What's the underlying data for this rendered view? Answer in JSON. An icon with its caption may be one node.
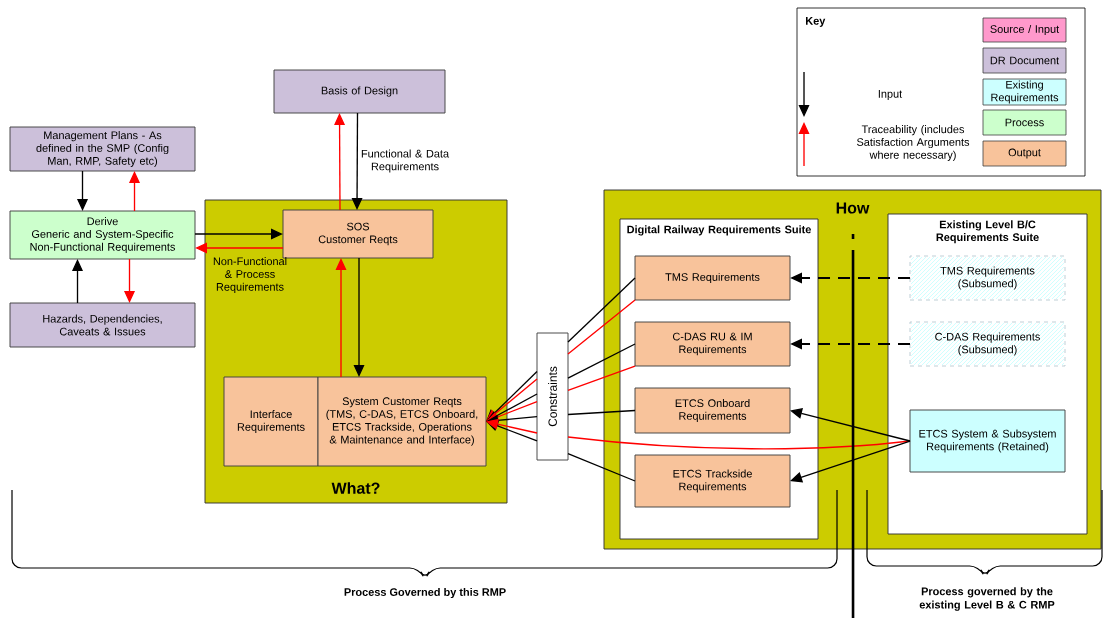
{
  "diagram": {
    "nodes": [
      {
        "text": [
          "Basis of Design"
        ]
      },
      {
        "text": [
          "Management Plans - As defined in the SMP (Config Man, RMP, Safety etc)"
        ]
      },
      {
        "text": [
          "Derive",
          "Generic and System-Specific Non-Functional Requirements"
        ]
      },
      {
        "text": [
          "Hazards, Dependencies, Caveats & Issues"
        ]
      },
      {
        "text": [
          "What?"
        ]
      },
      {
        "text": [
          "SOS",
          "Customer Reqts"
        ],
        "in": 4
      },
      {
        "text": [
          "Interface Requirements"
        ],
        "in": 4
      },
      {
        "text": [
          "System Customer Reqts (TMS, C-DAS, ETCS Onboard, ETCS Trackside, Operations & Maintenance and Interface)"
        ],
        "in": 4
      },
      {
        "text": [
          "Constraints"
        ]
      },
      {
        "text": [
          "How"
        ]
      },
      {
        "text": [
          "Digital Railway Requirements Suite"
        ],
        "in": 9
      },
      {
        "text": [
          "TMS Requirements"
        ],
        "in": 10
      },
      {
        "text": [
          "C-DAS RU & IM Requirements"
        ],
        "in": 10
      },
      {
        "text": [
          "ETCS Onboard Requirements"
        ],
        "in": 10
      },
      {
        "text": [
          "ETCS Trackside Requirements"
        ],
        "in": 10
      },
      {
        "text": [
          "Existing Level B/C Requirements Suite"
        ],
        "in": 9
      },
      {
        "text": [
          "TMS Requirements (Subsumed)"
        ],
        "in": 15
      },
      {
        "text": [
          "C-DAS Requirements (Subsumed)"
        ],
        "in": 15
      },
      {
        "text": [
          "ETCS System & Subsystem Requirements (Retained)"
        ],
        "in": 15
      }
    ],
    "edges": [
      {
        "from": 0,
        "to": 5,
        "arrow": "to",
        "label": "Functional & Data Requirements"
      },
      {
        "from": 5,
        "to": 0,
        "arrow": "to",
        "color": "#ff0000"
      },
      {
        "from": 1,
        "to": 2,
        "arrow": "to"
      },
      {
        "from": 2,
        "to": 1,
        "arrow": "to",
        "color": "#ff0000"
      },
      {
        "from": 3,
        "to": 2,
        "arrow": "to"
      },
      {
        "from": 2,
        "to": 3,
        "arrow": "to",
        "color": "#ff0000"
      },
      {
        "from": 2,
        "to": 5,
        "arrow": "to"
      },
      {
        "from": 5,
        "to": 2,
        "arrow": "to",
        "color": "#ff0000",
        "label": "Non-Functional & Process Requirements"
      },
      {
        "from": 5,
        "to": 7,
        "arrow": "to"
      },
      {
        "from": 7,
        "to": 5,
        "arrow": "to",
        "color": "#ff0000"
      },
      {
        "from": 11,
        "to": 8,
        "arrow": "none"
      },
      {
        "from": 11,
        "to": 8,
        "arrow": "none",
        "color": "#ff0000"
      },
      {
        "from": 12,
        "to": 8,
        "arrow": "none"
      },
      {
        "from": 12,
        "to": 8,
        "arrow": "none",
        "color": "#ff0000"
      },
      {
        "from": 13,
        "to": 8,
        "arrow": "none"
      },
      {
        "from": 14,
        "to": 8,
        "arrow": "none"
      },
      {
        "from": 18,
        "to": 8,
        "arrow": "none",
        "color": "#ff0000"
      },
      {
        "from": 8,
        "to": 7,
        "arrow": "to"
      },
      {
        "from": 8,
        "to": 7,
        "arrow": "to",
        "color": "#ff0000"
      },
      {
        "from": 8,
        "to": 7,
        "arrow": "to"
      },
      {
        "from": 8,
        "to": 7,
        "arrow": "to",
        "color": "#ff0000"
      },
      {
        "from": 8,
        "to": 7,
        "arrow": "to"
      },
      {
        "from": 8,
        "to": 7,
        "arrow": "to"
      },
      {
        "from": 8,
        "to": 7,
        "arrow": "to",
        "color": "#ff0000"
      },
      {
        "from": 16,
        "to": 11,
        "arrow": "to",
        "style": "dashed"
      },
      {
        "from": 17,
        "to": 12,
        "arrow": "to",
        "style": "dashed"
      },
      {
        "from": 18,
        "to": 13,
        "arrow": "to"
      },
      {
        "from": 18,
        "to": 14,
        "arrow": "to"
      }
    ],
    "labels": [
      "Key",
      "Process Governed by this RMP",
      "Process governed by the existing Level B & C RMP"
    ],
    "legend": [
      {
        "text": "Source / Input",
        "color": "#ff99cc"
      },
      {
        "text": "DR Document",
        "color": "#ccc0da"
      },
      {
        "text": "Existing Requirements",
        "color": "#ccffff"
      },
      {
        "text": "Process",
        "color": "#ccffcc"
      },
      {
        "text": "Output",
        "color": "#f8c39b"
      },
      {
        "text": "Input"
      },
      {
        "text": "Traceability (includes Satisfaction Arguments where necessary)"
      }
    ]
  }
}
